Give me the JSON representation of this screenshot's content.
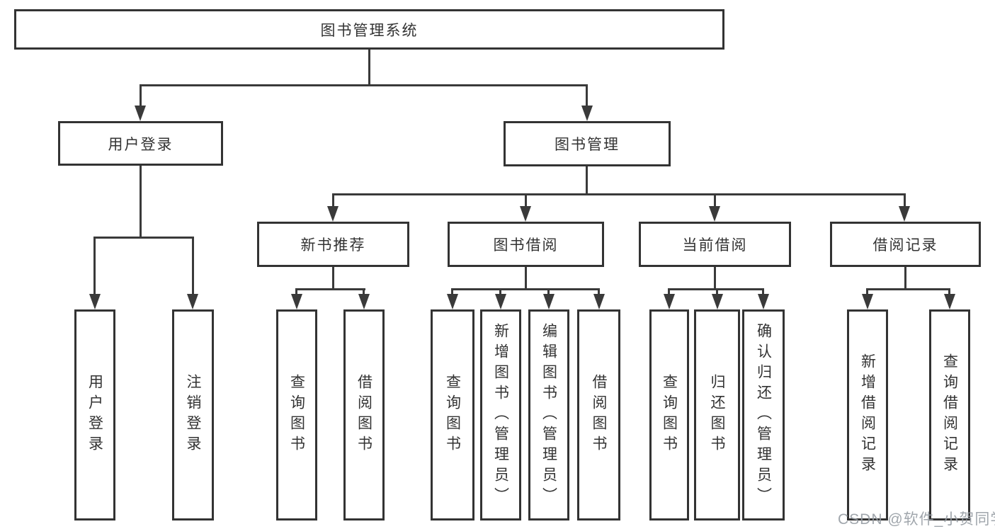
{
  "watermark": {
    "text": "CSDN @软件_小贺同学"
  },
  "colors": {
    "line": "#3a3a3a",
    "box_border": "#333333",
    "box_background": "#ffffff",
    "text": "#333333",
    "watermark": "#969ca3"
  },
  "tree": {
    "root": {
      "label": "图书管理系统"
    },
    "branches": [
      {
        "label": "用户登录",
        "children": [
          {
            "label": "用户登录"
          },
          {
            "label": "注销登录"
          }
        ]
      },
      {
        "label": "图书管理",
        "groups": [
          {
            "label": "新书推荐",
            "children": [
              {
                "label": "查询图书"
              },
              {
                "label": "借阅图书"
              }
            ]
          },
          {
            "label": "图书借阅",
            "children": [
              {
                "label": "查询图书"
              },
              {
                "label": "新增图书（管理员）"
              },
              {
                "label": "编辑图书（管理员）"
              },
              {
                "label": "借阅图书"
              }
            ]
          },
          {
            "label": "当前借阅",
            "children": [
              {
                "label": "查询图书"
              },
              {
                "label": "归还图书"
              },
              {
                "label": "确认归还（管理员）"
              }
            ]
          },
          {
            "label": "借阅记录",
            "children": [
              {
                "label": "新增借阅记录"
              },
              {
                "label": "查询借阅记录"
              }
            ]
          }
        ]
      }
    ]
  }
}
